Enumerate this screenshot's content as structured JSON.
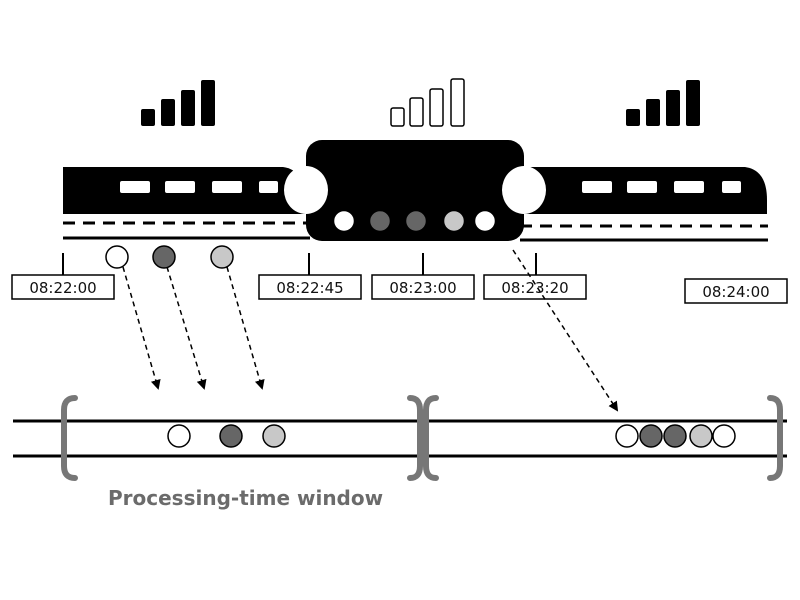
{
  "timestamps": [
    "08:22:00",
    "08:22:45",
    "08:23:00",
    "08:23:20",
    "08:24:00"
  ],
  "window_label": "Processing-time window",
  "signal_states": [
    "strong",
    "none",
    "strong"
  ],
  "event_colors": {
    "white": "#ffffff",
    "dark": "#666666",
    "light": "#c8c8c8"
  },
  "tunnel_events": [
    "white",
    "dark",
    "dark",
    "light",
    "white"
  ],
  "track_events": [
    "white",
    "dark",
    "light"
  ],
  "window1_events": [
    "white",
    "dark",
    "light"
  ],
  "window2_events": [
    "white",
    "dark",
    "dark",
    "light",
    "white"
  ]
}
